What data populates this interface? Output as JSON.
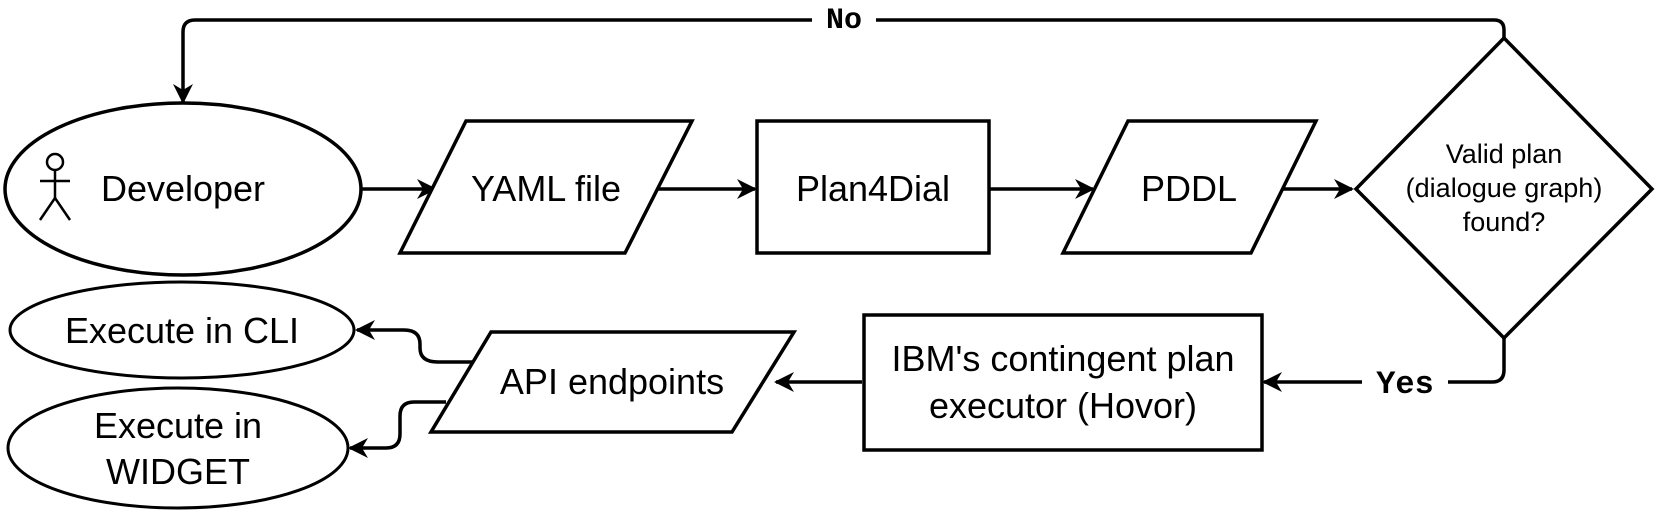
{
  "nodes": {
    "developer": "Developer",
    "yaml": "YAML file",
    "plan4dial": "Plan4Dial",
    "pddl": "PDDL",
    "decision": [
      "Valid plan",
      "(dialogue graph)",
      "found?"
    ],
    "executor": [
      "IBM's contingent plan",
      "executor (Hovor)"
    ],
    "api": "API endpoints",
    "cli": "Execute in CLI",
    "widget": [
      "Execute in",
      "WIDGET"
    ]
  },
  "edge_labels": {
    "no": "No",
    "yes": "Yes"
  },
  "icons": {
    "developer": "stick-figure-icon"
  }
}
